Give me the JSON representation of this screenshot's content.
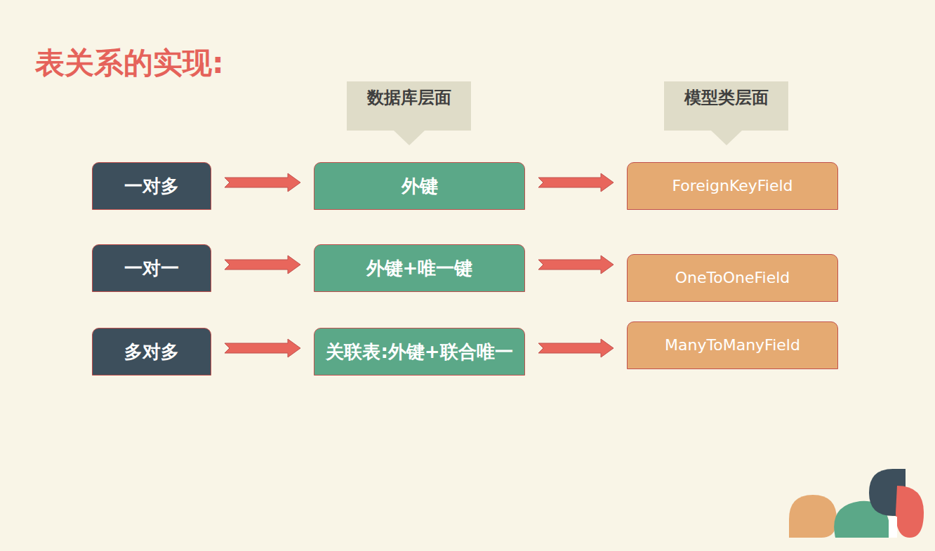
{
  "diagram": {
    "title": "表关系的实现:",
    "nodes": [
      {
        "text": [
          "数据库层面"
        ]
      },
      {
        "text": [
          "模型类层面"
        ]
      },
      {
        "text": [
          "一对多"
        ]
      },
      {
        "text": [
          "外键"
        ]
      },
      {
        "text": [
          "ForeignKeyField"
        ]
      },
      {
        "text": [
          "一对一"
        ]
      },
      {
        "text": [
          "外键+唯一键"
        ]
      },
      {
        "text": [
          "OneToOneField"
        ]
      },
      {
        "text": [
          "多对多"
        ]
      },
      {
        "text": [
          "关联表:外键+联合唯一"
        ]
      },
      {
        "text": [
          "ManyToManyField"
        ]
      }
    ],
    "edges": [
      {
        "from": 2,
        "to": 3,
        "arrow": "to"
      },
      {
        "from": 3,
        "to": 4,
        "arrow": "to"
      },
      {
        "from": 5,
        "to": 6,
        "arrow": "to"
      },
      {
        "from": 6,
        "to": 7,
        "arrow": "to"
      },
      {
        "from": 8,
        "to": 9,
        "arrow": "to"
      },
      {
        "from": 9,
        "to": 10,
        "arrow": "to"
      }
    ]
  }
}
